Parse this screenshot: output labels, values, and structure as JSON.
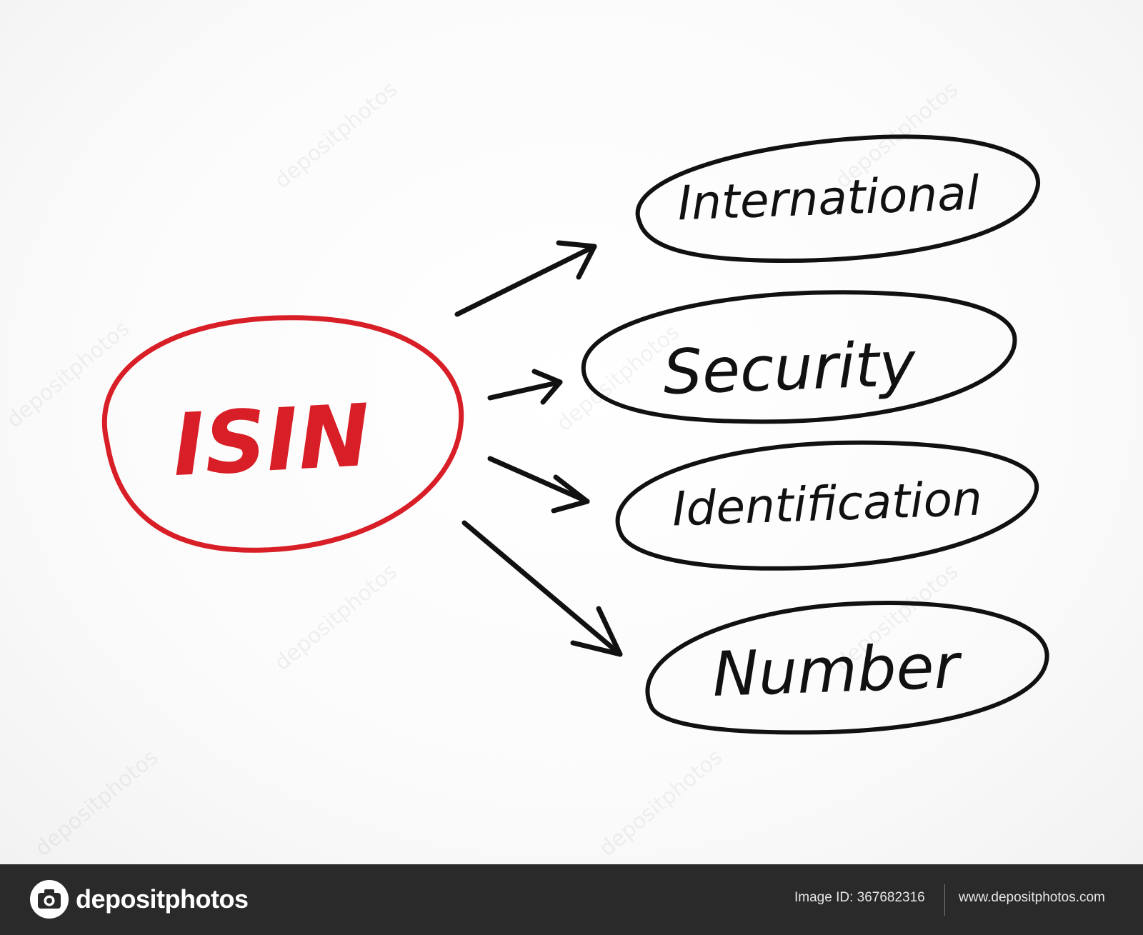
{
  "diagram": {
    "center": {
      "label": "ISIN",
      "color": "#d81e26"
    },
    "items": [
      {
        "label": "International"
      },
      {
        "label": "Security"
      },
      {
        "label": "Identification"
      },
      {
        "label": "Number"
      }
    ],
    "ink_color": "#111111",
    "watermark_text": "depositphotos"
  },
  "footer": {
    "brand_name": "depositphotos",
    "image_id": "Image ID: 367682316",
    "site_url": "www.depositphotos.com"
  }
}
